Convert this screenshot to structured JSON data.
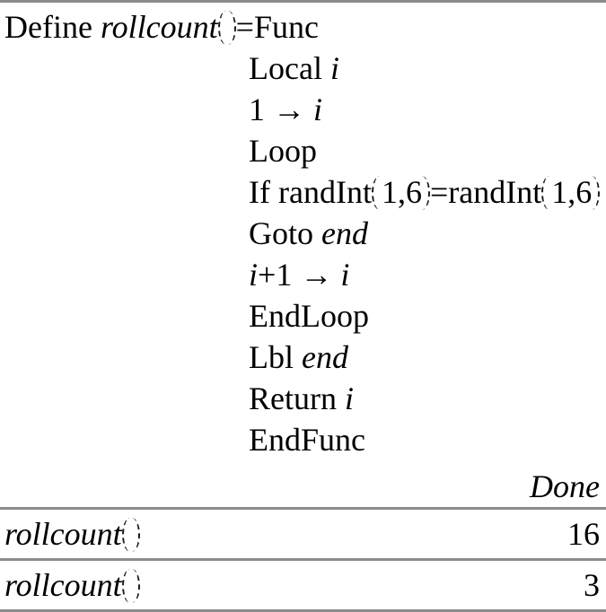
{
  "app": {
    "description": "calculator-history-screen"
  },
  "colors": {
    "background": "#ffffff",
    "text": "#000000",
    "separator": "#8c8c8c"
  },
  "icons": {
    "paren_open": "dashed-left-paren",
    "paren_close": "dashed-right-paren"
  },
  "definition": {
    "define_kw": "Define ",
    "function_name": "rollcount",
    "assign": "=",
    "func_kw": "Func",
    "lines": {
      "local": {
        "kw": "Local ",
        "var": "i"
      },
      "init": {
        "value": "1",
        "arrow": " → ",
        "var": "i"
      },
      "loop": {
        "kw": "Loop"
      },
      "cond": {
        "if_kw": "If ",
        "fn1": "randInt",
        "args1": "1,6",
        "eq": "=",
        "fn2": "randInt",
        "args2": "1,6"
      },
      "goto": {
        "kw": "Goto ",
        "label": "end"
      },
      "incr": {
        "var1": "i",
        "plus": "+1",
        "arrow": " → ",
        "var2": "i"
      },
      "endloop": {
        "kw": "EndLoop"
      },
      "lbl": {
        "kw": "Lbl ",
        "label": "end"
      },
      "ret": {
        "kw": "Return ",
        "var": "i"
      },
      "endfunc": {
        "kw": "EndFunc"
      }
    },
    "result": "Done"
  },
  "history": [
    {
      "expression": "rollcount",
      "result": "16"
    },
    {
      "expression": "rollcount",
      "result": "3"
    }
  ]
}
